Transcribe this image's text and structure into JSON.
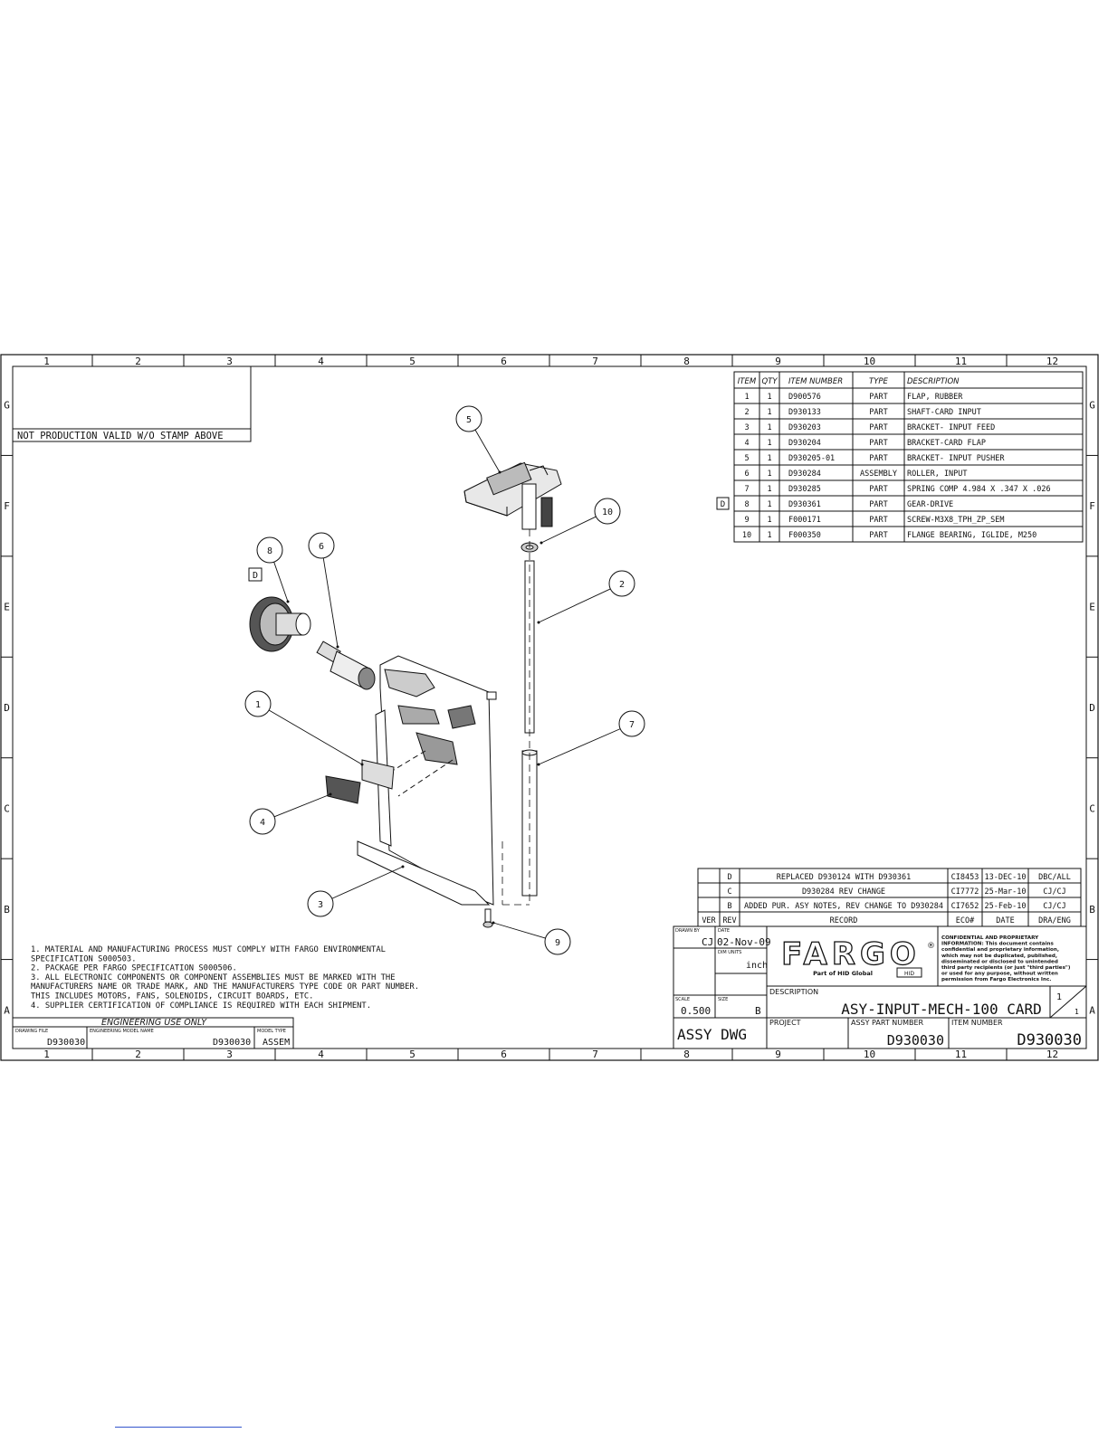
{
  "grid": {
    "columns": [
      "1",
      "2",
      "3",
      "4",
      "5",
      "6",
      "7",
      "8",
      "9",
      "10",
      "11",
      "12"
    ],
    "rows": [
      "G",
      "F",
      "E",
      "D",
      "C",
      "B",
      "A"
    ]
  },
  "stamp_notice": "NOT PRODUCTION VALID W/O STAMP ABOVE",
  "bom": {
    "headers": [
      "ITEM",
      "QTY",
      "ITEM NUMBER",
      "TYPE",
      "DESCRIPTION"
    ],
    "rows": [
      [
        "1",
        "1",
        "D900576",
        "PART",
        "FLAP, RUBBER"
      ],
      [
        "2",
        "1",
        "D930133",
        "PART",
        "SHAFT-CARD INPUT"
      ],
      [
        "3",
        "1",
        "D930203",
        "PART",
        "BRACKET- INPUT FEED"
      ],
      [
        "4",
        "1",
        "D930204",
        "PART",
        "BRACKET-CARD FLAP"
      ],
      [
        "5",
        "1",
        "D930205-01",
        "PART",
        "BRACKET- INPUT PUSHER"
      ],
      [
        "6",
        "1",
        "D930284",
        "ASSEMBLY",
        "ROLLER, INPUT"
      ],
      [
        "7",
        "1",
        "D930285",
        "PART",
        "SPRING COMP 4.984 X .347 X .026"
      ],
      [
        "8",
        "1",
        "D930361",
        "PART",
        "GEAR-DRIVE"
      ],
      [
        "9",
        "1",
        "F000171",
        "PART",
        "SCREW-M3X8_TPH_ZP_SEM"
      ],
      [
        "10",
        "1",
        "F000350",
        "PART",
        "FLANGE BEARING, IGLIDE, M250"
      ]
    ],
    "rev_flag": "D"
  },
  "balloons": [
    "1",
    "2",
    "3",
    "4",
    "5",
    "6",
    "7",
    "8",
    "9",
    "10"
  ],
  "rev_flag_drawing": "D",
  "revisions": {
    "rows": [
      [
        "D",
        "REPLACED D930124 WITH D930361",
        "CI8453",
        "13-DEC-10",
        "DBC/ALL"
      ],
      [
        "C",
        "D930284 REV CHANGE",
        "CI7772",
        "25-Mar-10",
        "CJ/CJ"
      ],
      [
        "B",
        "ADDED PUR. ASY NOTES, REV CHANGE TO D930284",
        "CI7652",
        "25-Feb-10",
        "CJ/CJ"
      ]
    ],
    "headers": [
      "VER",
      "REV",
      "RECORD",
      "ECO#",
      "DATE",
      "DRA/ENG"
    ]
  },
  "notes": [
    "1.  MATERIAL AND MANUFACTURING PROCESS MUST COMPLY WITH FARGO ENVIRONMENTAL",
    "     SPECIFICATION S000503.",
    "2.  PACKAGE PER FARGO SPECIFICATION S000506.",
    "3.  ALL ELECTRONIC COMPONENTS OR COMPONENT ASSEMBLIES MUST BE MARKED WITH THE",
    "     MANUFACTURERS NAME OR TRADE MARK, AND THE MANUFACTURERS TYPE CODE OR PART NUMBER.",
    "     THIS INCLUDES MOTORS, FANS, SOLENOIDS, CIRCUIT BOARDS, ETC.",
    "4.  SUPPLIER CERTIFICATION OF COMPLIANCE IS REQUIRED WITH EACH SHIPMENT."
  ],
  "engineering": {
    "title": "ENGINEERING USE ONLY",
    "drawing_file_label": "DRAWING FILE",
    "model_name_label": "ENGINEERING MODEL NAME",
    "model_type_label": "MODEL TYPE",
    "drawing_file": "D930030",
    "model_name": "D930030",
    "model_type": "ASSEM"
  },
  "title_block": {
    "drawn_by_label": "DRAWN BY",
    "drawn_by": "CJ",
    "date_label": "DATE",
    "date": "02-Nov-09",
    "dim_units_label": "DIM UNITS",
    "dim_units": "inch",
    "scale_label": "SCALE",
    "scale": "0.500",
    "size_label": "SIZE",
    "size": "B",
    "doc_type": "ASSY DWG",
    "logo": "FARGO",
    "logo_tagline": "Part of HID Global",
    "logo_badge": "HID",
    "confidential": [
      "CONFIDENTIAL AND PROPRIETARY",
      "INFORMATION: This document contains",
      "confidential and proprietary information,",
      "which may not be duplicated, published,",
      "disseminated or disclosed to unintended",
      "third party recipients (or just \"third parties\")",
      "or used for any purpose, without written",
      "permission from Fargo Electronics Inc."
    ],
    "description_label": "DESCRIPTION",
    "description": "ASY-INPUT-MECH-100 CARD",
    "project_label": "PROJECT",
    "assy_part_label": "ASSY PART NUMBER",
    "assy_part": "D930030",
    "item_number_label": "ITEM NUMBER",
    "item_number": "D930030",
    "sheet_num": "1",
    "sheet_total": "1"
  }
}
